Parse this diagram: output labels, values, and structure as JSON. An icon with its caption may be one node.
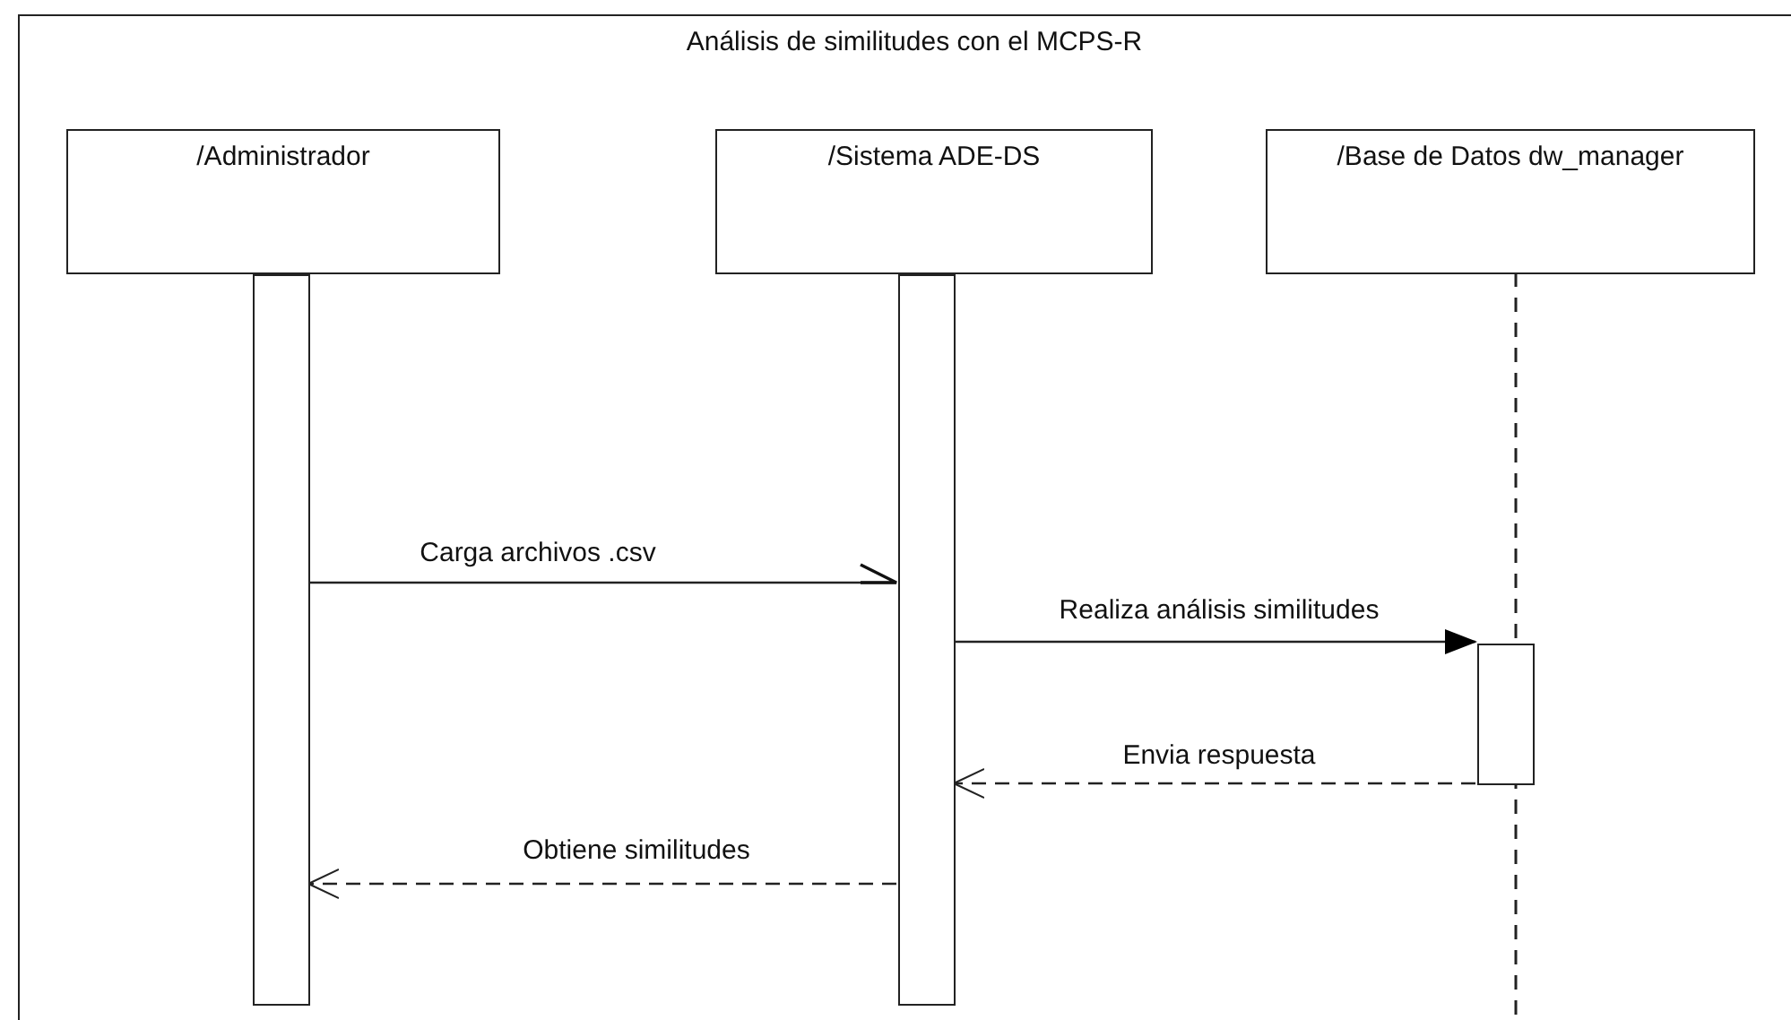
{
  "diagram": {
    "nodes": [
      {
        "text": [
          "Análisis de similitudes con el MCPS-R"
        ]
      },
      {
        "text": [
          "/Administrador"
        ],
        "in": 0
      },
      {
        "text": [
          "/Sistema ADE-DS"
        ],
        "in": 0
      },
      {
        "text": [
          "/Base de Datos dw_manager"
        ],
        "in": 0
      },
      {
        "text": [],
        "shape": "bar",
        "in": 0
      },
      {
        "text": [],
        "shape": "bar",
        "in": 0
      },
      {
        "text": [],
        "shape": "bar",
        "in": 0
      }
    ],
    "edges": [
      {
        "from": 4,
        "to": 5,
        "arrow": "to",
        "label": "Carga archivos .csv"
      },
      {
        "from": 5,
        "to": 6,
        "arrow": "to",
        "label": "Realiza análisis similitudes"
      },
      {
        "from": 6,
        "to": 5,
        "arrow": "to",
        "label": "Envia respuesta",
        "style": "dashed"
      },
      {
        "from": 5,
        "to": 4,
        "arrow": "to",
        "label": "Obtiene similitudes",
        "style": "dashed"
      }
    ]
  }
}
